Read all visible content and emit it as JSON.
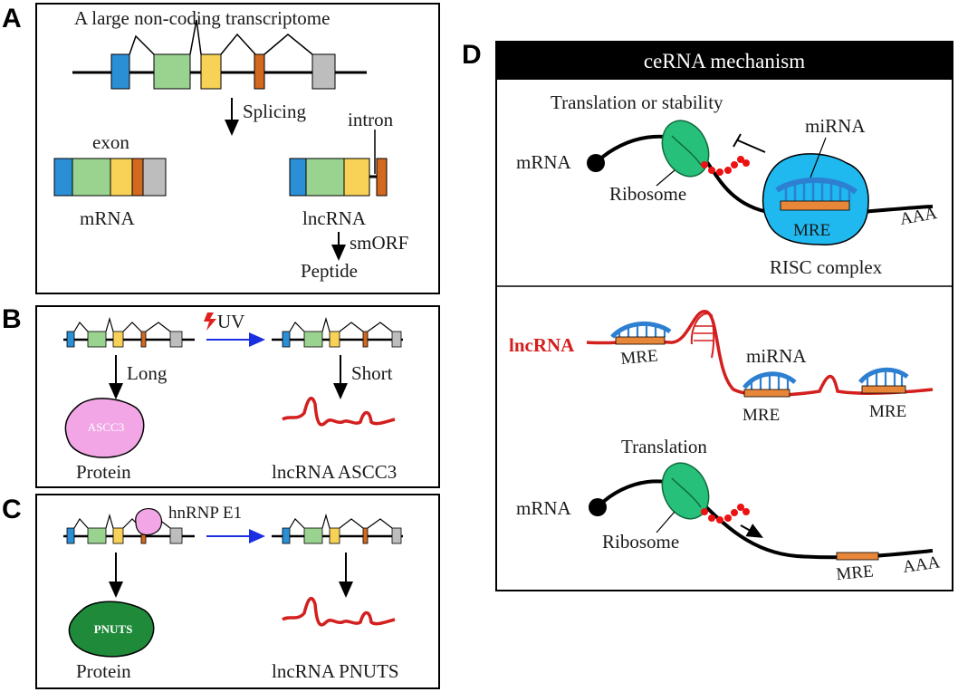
{
  "panel_a": {
    "letter": "A",
    "title": "A large non-coding transcriptome",
    "splicing": "Splicing",
    "exon": "exon",
    "intron": "intron",
    "mrna": "mRNA",
    "lncrna": "lncRNA",
    "smorf": "smORF",
    "peptide": "Peptide"
  },
  "panel_b": {
    "letter": "B",
    "uv": "UV",
    "long": "Long",
    "short": "Short",
    "protein_label": "ASCC3",
    "protein": "Protein",
    "lncrna": "lncRNA ASCC3"
  },
  "panel_c": {
    "letter": "C",
    "hnrnp": "hnRNP E1",
    "protein_label": "PNUTS",
    "protein": "Protein",
    "lncrna": "lncRNA PNUTS"
  },
  "panel_d": {
    "letter": "D",
    "header": "ceRNA mechanism",
    "top": {
      "title": "Translation or stability",
      "mrna": "mRNA",
      "ribosome": "Ribosome",
      "mirna": "miRNA",
      "mre": "MRE",
      "aaa": "AAA",
      "risc": "RISC complex"
    },
    "bottom": {
      "lncrna": "lncRNA",
      "mre1": "MRE",
      "mirna": "miRNA",
      "mre2": "MRE",
      "mre3": "MRE",
      "translation": "Translation",
      "mrna": "mRNA",
      "ribosome": "Ribosome",
      "mre4": "MRE",
      "aaa": "AAA"
    }
  },
  "colors": {
    "exon_blue": "#2b8fd6",
    "exon_green": "#9ad28f",
    "exon_yellow": "#f7d257",
    "exon_orange": "#d2691e",
    "exon_gray": "#bdbdbd",
    "lncrna_red": "#d41f1f",
    "mirna_blue": "#2d7fd1",
    "risc_cyan": "#1fb8ef",
    "ribosome_green": "#27c07a",
    "protein_pink": "#f2a6e6",
    "protein_green": "#1f8a3a",
    "mre_orange": "#e8863a",
    "arrow_blue": "#1a2fe0"
  }
}
